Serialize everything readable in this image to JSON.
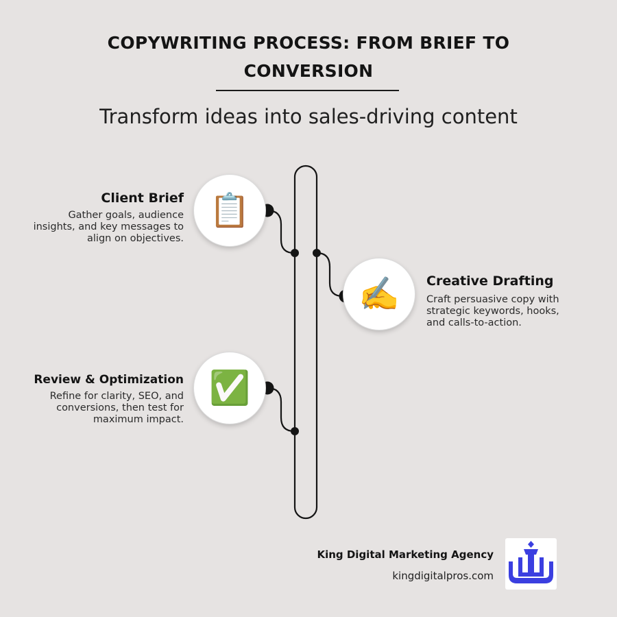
{
  "header": {
    "title": "COPYWRITING PROCESS: FROM BRIEF TO CONVERSION",
    "subtitle": "Transform ideas into sales-driving content"
  },
  "steps": [
    {
      "title": "Client Brief",
      "description": "Gather goals, audience insights, and key messages to align on objectives.",
      "icon": "clipboard-icon",
      "glyph": "📋"
    },
    {
      "title": "Creative Drafting",
      "description": "Craft persuasive copy with strategic keywords, hooks, and calls-to-action.",
      "icon": "writing-hand-icon",
      "glyph": "✍️"
    },
    {
      "title": "Review & Optimization",
      "description": "Refine for clarity, SEO, and conversions, then test for maximum impact.",
      "icon": "check-mark-icon",
      "glyph": "✅"
    }
  ],
  "brand": {
    "name": "King Digital Marketing Agency",
    "url": "kingdigitalpros.com",
    "logo_icon": "crown-logo-icon",
    "logo_color": "#3b3fe0"
  },
  "colors": {
    "background": "#e6e3e2",
    "line": "#151515"
  }
}
